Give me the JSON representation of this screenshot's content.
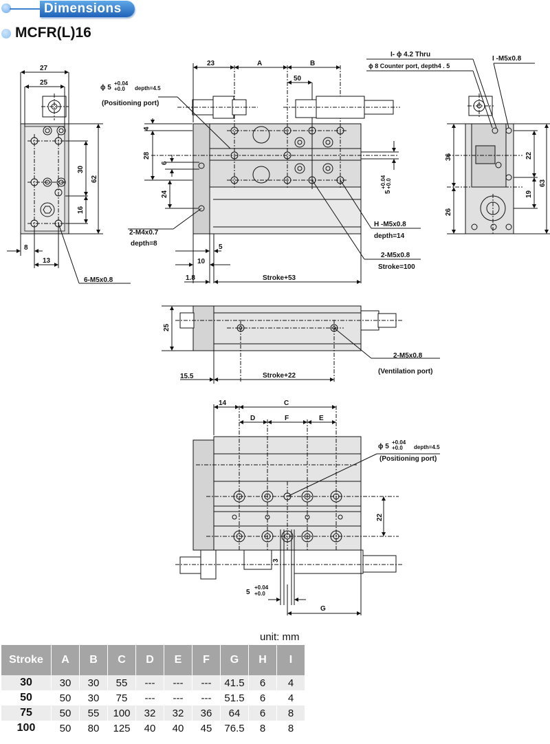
{
  "header": {
    "section_title": "Dimensions",
    "model": "MCFR(L)16"
  },
  "labels": {
    "dim_27": "27",
    "dim_25": "25",
    "dim_30": "30",
    "dim_62": "62",
    "dim_16": "16",
    "dim_8": "8",
    "dim_13": "13",
    "six_m5": "6-M5x0.8",
    "dim_23": "23",
    "dim_A": "A",
    "dim_B": "B",
    "dim_50": "50",
    "phi5": "ϕ 5",
    "tol_plus": "+0.04",
    "tol_zero": "+0.0",
    "depth45": "depth=4.5",
    "positioning_port": "(Positioning port)",
    "dim_4": "4",
    "dim_28": "28",
    "dim_6": "6",
    "dim_24": "24",
    "two_m4": "2-M4x0.7",
    "depth8": "depth=8",
    "dim_5": "5",
    "dim_10": "10",
    "dim_18": "1.8",
    "stroke53": "Stroke+53",
    "h_m5": "H -M5x0.8",
    "depth14": "depth=14",
    "two_m5": "2-M5x0.8",
    "stroke100": "Stroke=100",
    "tol5": "5",
    "i_phi42": "I- ϕ 4.2 Thru",
    "counter_port": "ϕ 8 Counter port, depth4 . 5",
    "i_m5": "I -M5x0.8",
    "dim_36": "36",
    "dim_26": "26",
    "dim_22": "22",
    "dim_19": "19",
    "dim_63": "63",
    "dim_25b": "25",
    "two_m5_vent": "2-M5x0.8",
    "vent_port": "(Ventilation port)",
    "dim_155": "15.5",
    "stroke22": "Stroke+22",
    "dim_14": "14",
    "dim_C": "C",
    "dim_D": "D",
    "dim_F": "F",
    "dim_E": "E",
    "dim_22b": "22",
    "dim_3": "3",
    "dim_G": "G",
    "phi5b": "ϕ 5",
    "depth45b": "depth=4.5",
    "positioning_port_b": "(Positioning port)"
  },
  "table": {
    "unit": "unit: mm",
    "headers": [
      "Stroke",
      "A",
      "B",
      "C",
      "D",
      "E",
      "F",
      "G",
      "H",
      "I"
    ],
    "rows": [
      [
        "30",
        "30",
        "30",
        "55",
        "---",
        "---",
        "---",
        "41.5",
        "6",
        "4"
      ],
      [
        "50",
        "50",
        "30",
        "75",
        "---",
        "---",
        "---",
        "51.5",
        "6",
        "4"
      ],
      [
        "75",
        "50",
        "55",
        "100",
        "32",
        "32",
        "36",
        "64",
        "6",
        "8"
      ],
      [
        "100",
        "50",
        "80",
        "125",
        "40",
        "40",
        "45",
        "76.5",
        "8",
        "8"
      ]
    ]
  }
}
